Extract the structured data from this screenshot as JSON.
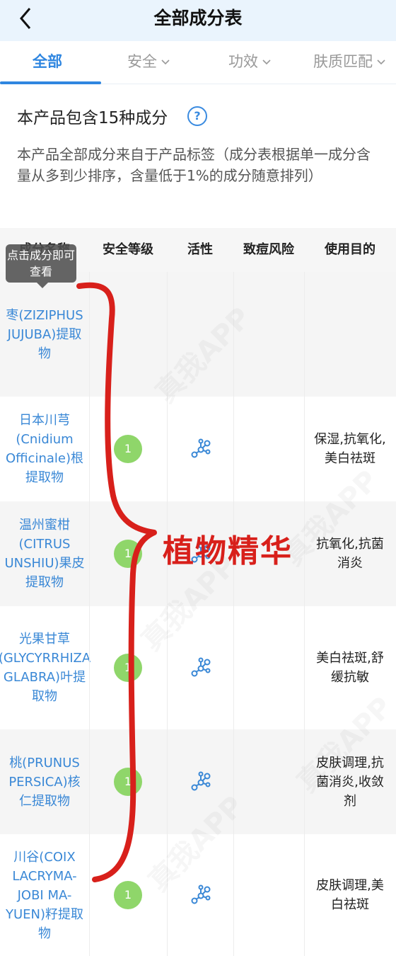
{
  "header": {
    "title": "全部成分表",
    "back_icon": "chevron-left-icon"
  },
  "tabs": [
    {
      "label": "全部",
      "active": true
    },
    {
      "label": "安全",
      "active": false
    },
    {
      "label": "功效",
      "active": false
    },
    {
      "label": "肤质匹配",
      "active": false
    }
  ],
  "summary": {
    "text": "本产品包含15种成分",
    "help_icon": "help-circle-icon"
  },
  "description": "本产品全部成分来自于产品标签（成分表根据单一成分含量从多到少排序，含量低于1%的成分随意排列）",
  "table": {
    "columns": [
      "成分名称",
      "安全等级",
      "活性",
      "致痘风险",
      "使用目的"
    ],
    "tooltip": "点击成分即可查看",
    "rows": [
      {
        "name": "枣(ZIZIPHUS JUJUBA)提取物",
        "safety": "",
        "active": false,
        "acne": "",
        "purpose": ""
      },
      {
        "name": "日本川芎(Cnidium Officinale)根提取物",
        "safety": "1",
        "active": true,
        "acne": "",
        "purpose": "保湿,抗氧化,美白祛斑"
      },
      {
        "name": "温州蜜柑(CITRUS UNSHIU)果皮提取物",
        "safety": "1",
        "active": true,
        "acne": "",
        "purpose": "抗氧化,抗菌消炎"
      },
      {
        "name": "光果甘草(GLYCYRRHIZA GLABRA)叶提取物",
        "safety": "1",
        "active": true,
        "acne": "",
        "purpose": "美白祛斑,舒缓抗敏"
      },
      {
        "name": "桃(PRUNUS PERSICA)核仁提取物",
        "safety": "1",
        "active": true,
        "acne": "",
        "purpose": "皮肤调理,抗菌消炎,收敛剂"
      },
      {
        "name": "川谷(COIX LACRYMA-JOBI MA-YUEN)籽提取物",
        "safety": "1",
        "active": true,
        "acne": "",
        "purpose": "皮肤调理,美白祛斑"
      }
    ]
  },
  "annotation": {
    "text": "植物精华",
    "color": "#d8201b"
  },
  "watermark": "真我APP",
  "colors": {
    "accent": "#2f86e0",
    "safety_badge": "#8fd66a",
    "header_bg": "#eaf4fd",
    "ingredient_link": "#3a88d6"
  }
}
